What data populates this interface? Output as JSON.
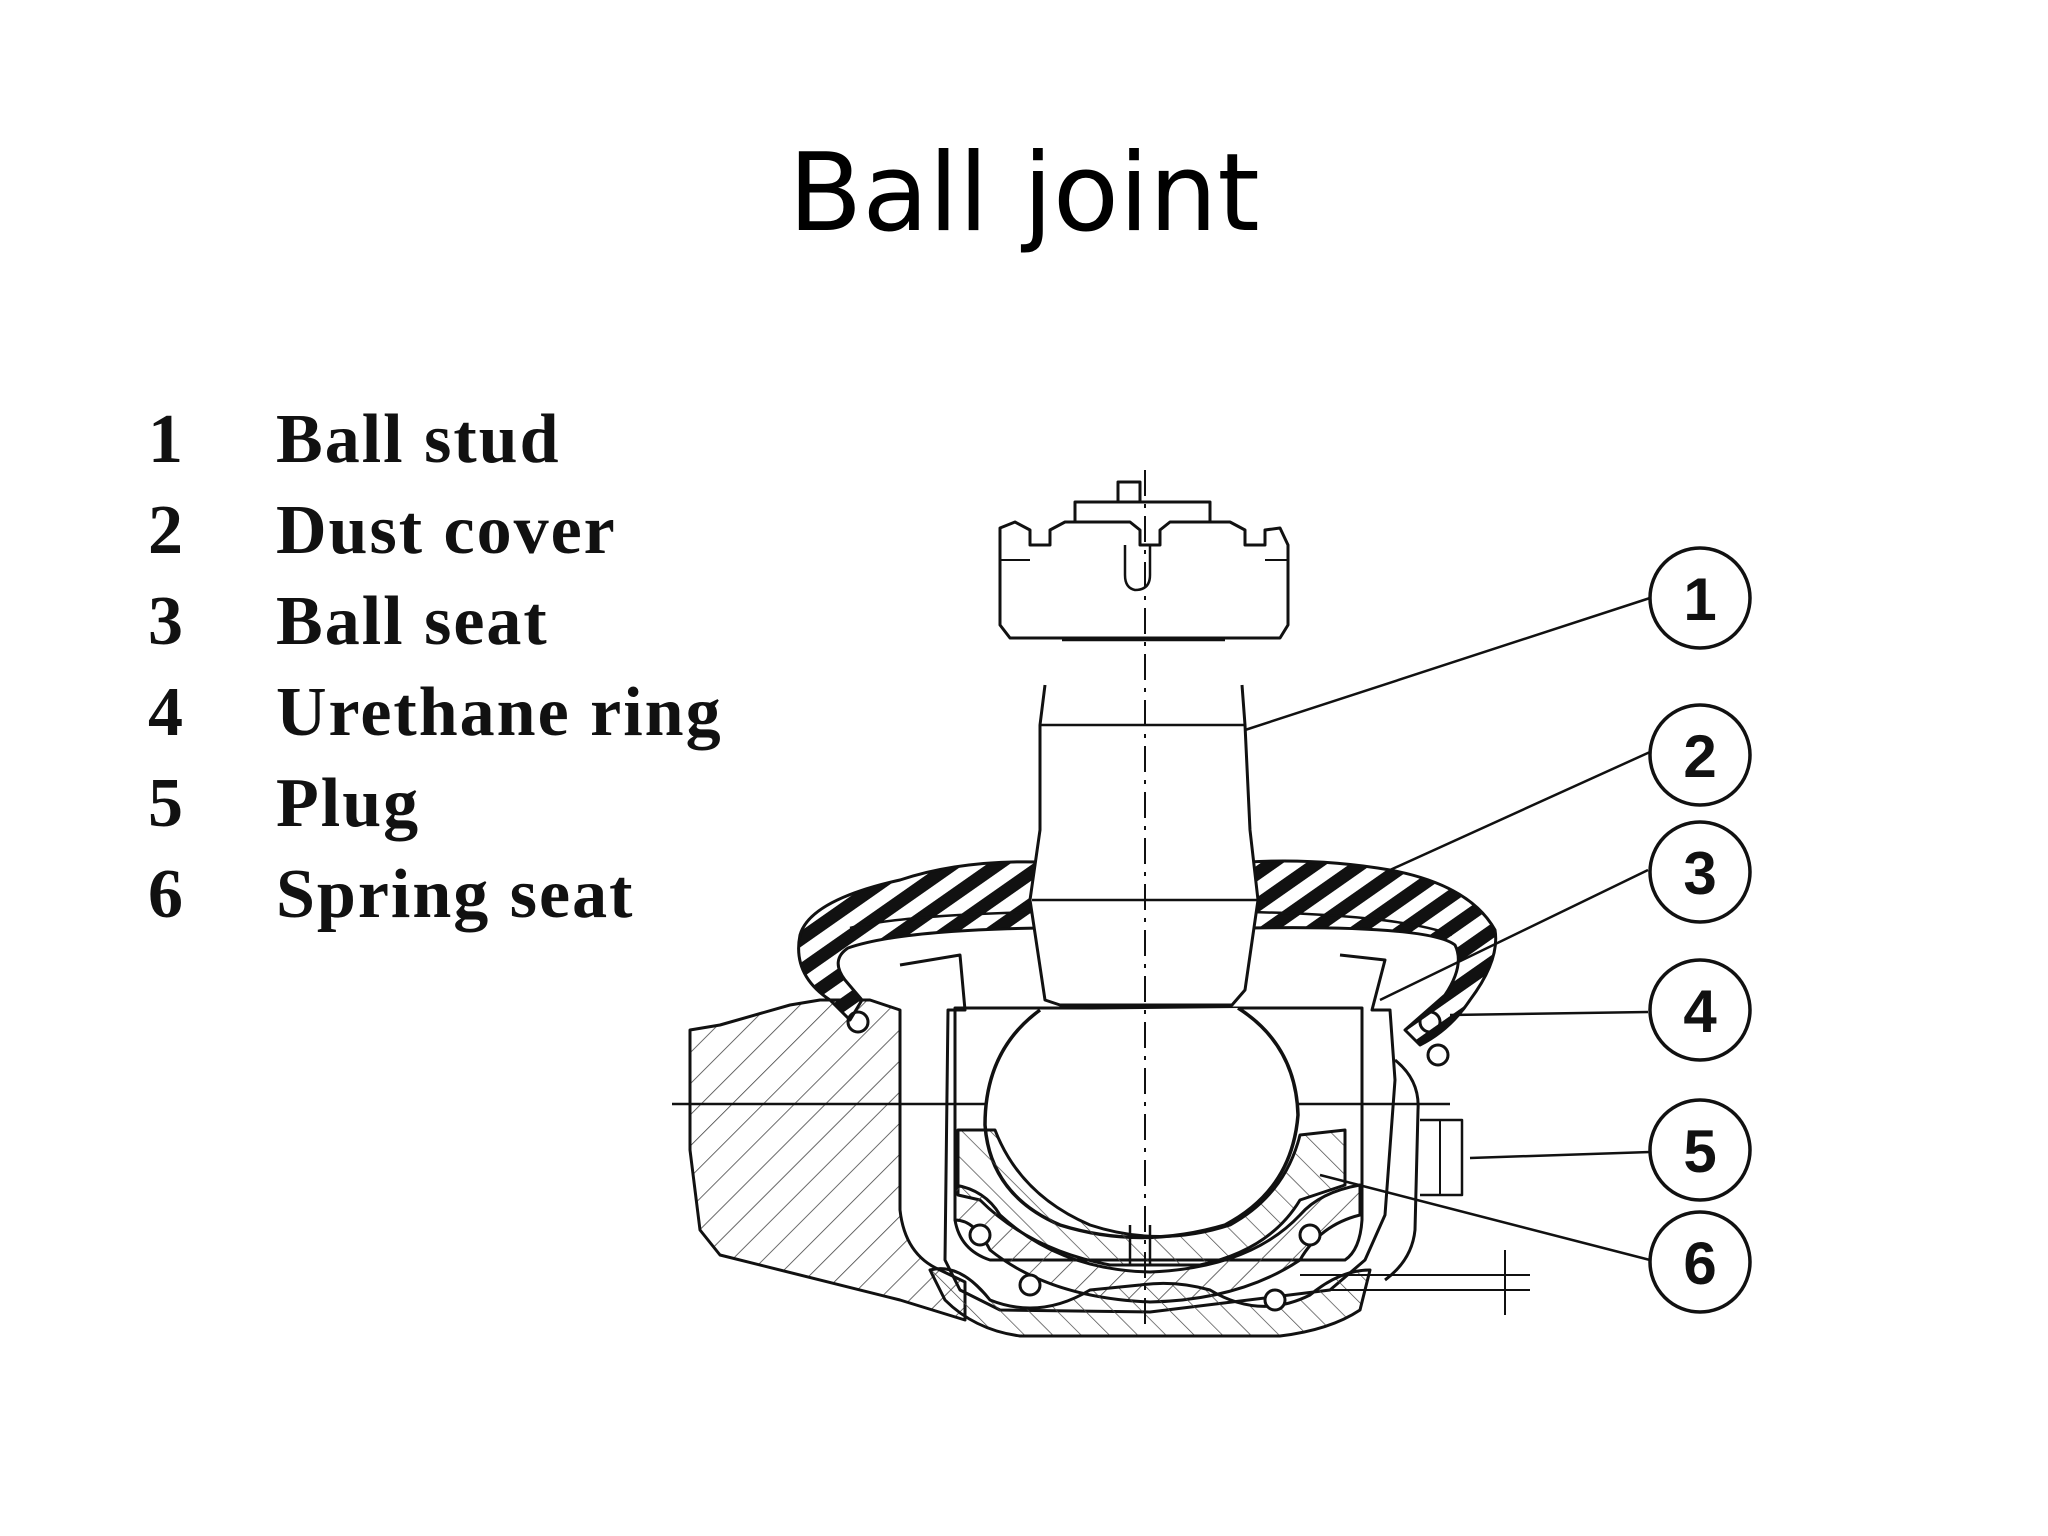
{
  "title": "Ball joint",
  "legend": [
    {
      "num": "1",
      "label": "Ball stud"
    },
    {
      "num": "2",
      "label": "Dust cover"
    },
    {
      "num": "3",
      "label": "Ball seat"
    },
    {
      "num": "4",
      "label": "Urethane ring"
    },
    {
      "num": "5",
      "label": "Plug"
    },
    {
      "num": "6",
      "label": "Spring seat"
    }
  ],
  "callouts": [
    "1",
    "2",
    "3",
    "4",
    "5",
    "6"
  ]
}
